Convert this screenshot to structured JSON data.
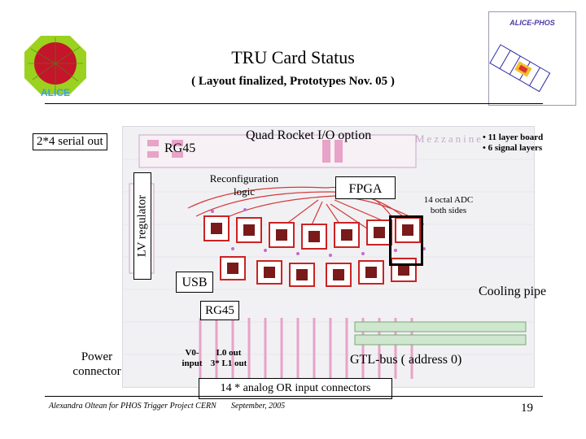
{
  "slide": {
    "title": "TRU Card Status",
    "subtitle": "( Layout finalized, Prototypes Nov. 05 )",
    "page_number": "19"
  },
  "logos": {
    "left": "ALICE",
    "right": "ALICE-PHOS"
  },
  "labels": {
    "serial_out": "2*4 serial out",
    "rg45_top": "RG45",
    "quad_rocket": "Quad Rocket I/O option",
    "mezzanine": "Mezzanine",
    "layers": [
      "• 11  layer board",
      "• 6  signal layers"
    ],
    "reconfig": [
      "Reconfiguration",
      "logic"
    ],
    "fpga": "FPGA",
    "adc": [
      "14 octal ADC",
      "both sides"
    ],
    "lv_regulator": "LV regulator",
    "usb": "USB",
    "cooling_pipe": "Cooling pipe",
    "rg45_mid": "RG45",
    "power_connector": [
      "Power",
      "connector"
    ],
    "v0_input": [
      "V0-",
      "input"
    ],
    "l0_out": [
      "L0 out",
      "3* L1 out"
    ],
    "gtl_bus": "GTL-bus ( address 0)",
    "analog_or": "14 * analog OR input connectors"
  },
  "footer": {
    "author": "Alexandra Oltean for PHOS Trigger Project CERN",
    "date": "September, 2005"
  },
  "colors": {
    "trace": "#d23a3a",
    "via": "#c46ad0",
    "connector": "#e8a3c8",
    "component": "#7a1a1a"
  }
}
